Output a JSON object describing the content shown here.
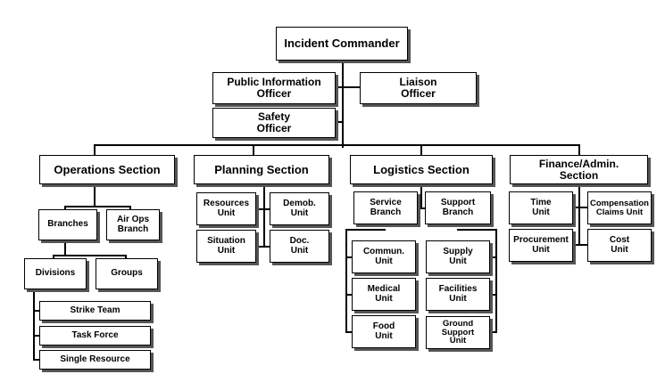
{
  "colors": {
    "line": "#000000",
    "shadow": "#555555",
    "box_fill": "#ffffff"
  },
  "command": {
    "incident_commander": "Incident Commander",
    "public_information_officer": "Public Information\nOfficer",
    "liaison_officer": "Liaison\nOfficer",
    "safety_officer": "Safety\nOfficer"
  },
  "sections": {
    "operations": "Operations Section",
    "planning": "Planning Section",
    "logistics": "Logistics Section",
    "finance": "Finance/Admin.\nSection"
  },
  "operations": {
    "branches": "Branches",
    "air_ops_branch": "Air Ops\nBranch",
    "divisions": "Divisions",
    "groups": "Groups",
    "strike_team": "Strike Team",
    "task_force": "Task Force",
    "single_resource": "Single Resource"
  },
  "planning": {
    "resources_unit": "Resources\nUnit",
    "demob_unit": "Demob.\nUnit",
    "situation_unit": "Situation\nUnit",
    "doc_unit": "Doc.\nUnit"
  },
  "logistics": {
    "service_branch": "Service\nBranch",
    "support_branch": "Support\nBranch",
    "commun_unit": "Commun.\nUnit",
    "medical_unit": "Medical\nUnit",
    "food_unit": "Food\nUnit",
    "supply_unit": "Supply\nUnit",
    "facilities_unit": "Facilities\nUnit",
    "ground_support_unit": "Ground\nSupport\nUnit"
  },
  "finance": {
    "time_unit": "Time\nUnit",
    "compensation_claims_unit": "Compensation\nClaims Unit",
    "procurement_unit": "Procurement\nUnit",
    "cost_unit": "Cost\nUnit"
  }
}
